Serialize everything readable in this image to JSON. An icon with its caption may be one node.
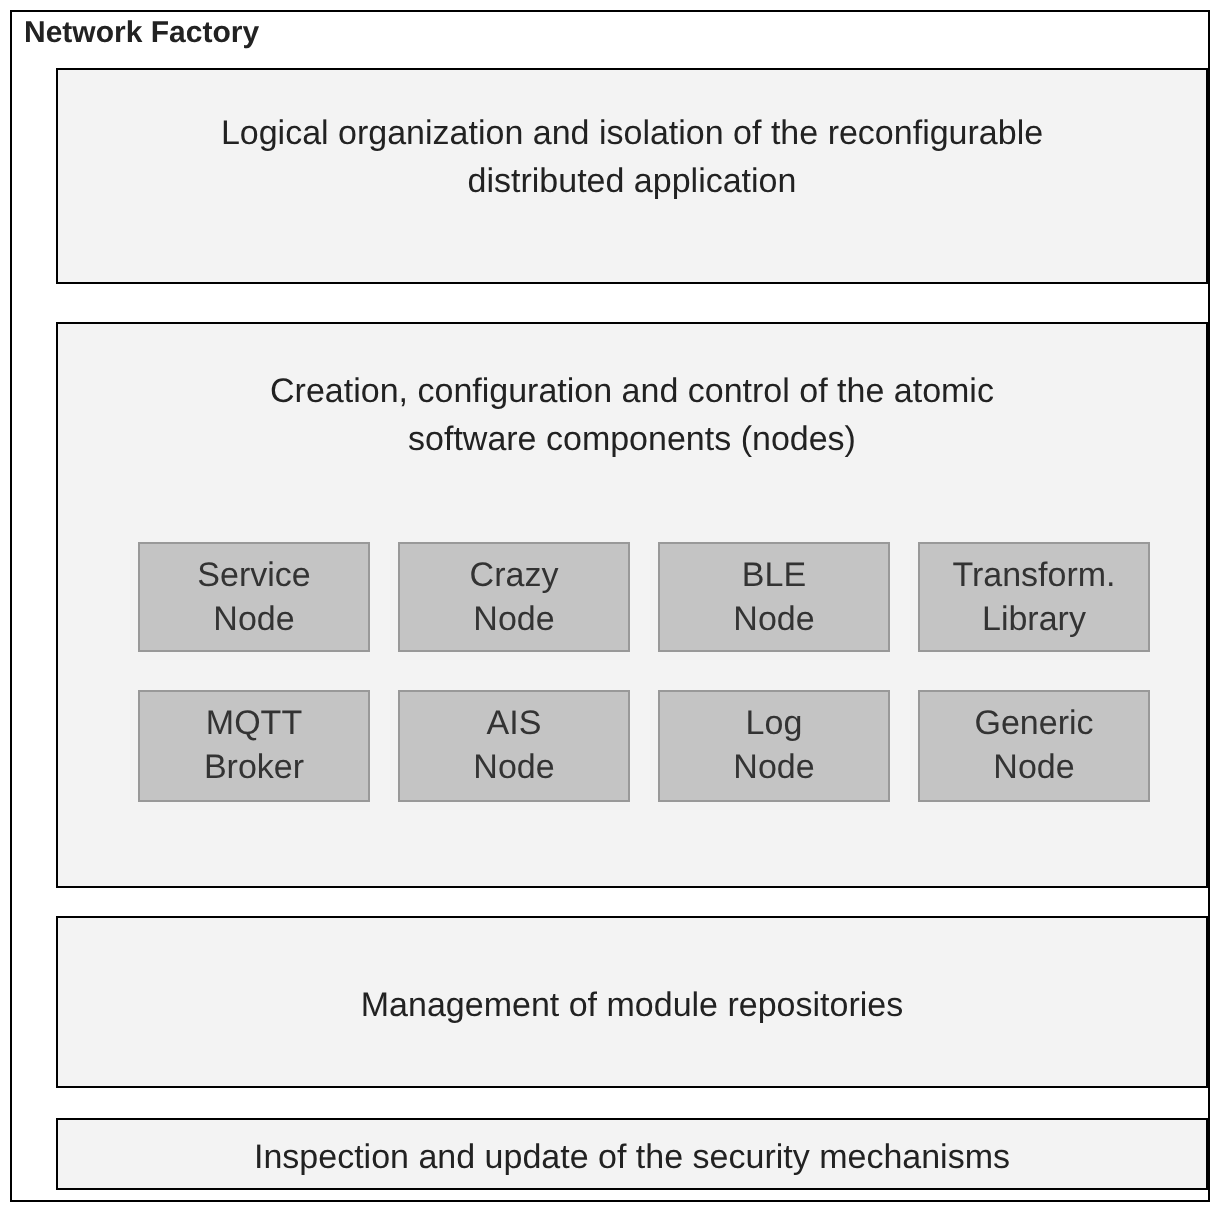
{
  "diagram": {
    "nodes": [
      {
        "text": [
          "Network Factory"
        ]
      },
      {
        "text": [
          "Logical organization and isolation of the reconfigurable distributed application"
        ],
        "in": 0
      },
      {
        "text": [
          "Creation, configuration and control of the atomic software components (nodes)"
        ],
        "in": 0
      },
      {
        "text": [
          "Service Node"
        ],
        "in": 2
      },
      {
        "text": [
          "Crazy Node"
        ],
        "in": 2
      },
      {
        "text": [
          "BLE Node"
        ],
        "in": 2
      },
      {
        "text": [
          "Transform. Library"
        ],
        "in": 2
      },
      {
        "text": [
          "MQTT Broker"
        ],
        "in": 2
      },
      {
        "text": [
          "AIS Node"
        ],
        "in": 2
      },
      {
        "text": [
          "Log Node"
        ],
        "in": 2
      },
      {
        "text": [
          "Generic Node"
        ],
        "in": 2
      },
      {
        "text": [
          "Management of module repositories"
        ],
        "in": 0
      },
      {
        "text": [
          "Inspection and update of the security mechanisms"
        ],
        "in": 0
      }
    ]
  }
}
